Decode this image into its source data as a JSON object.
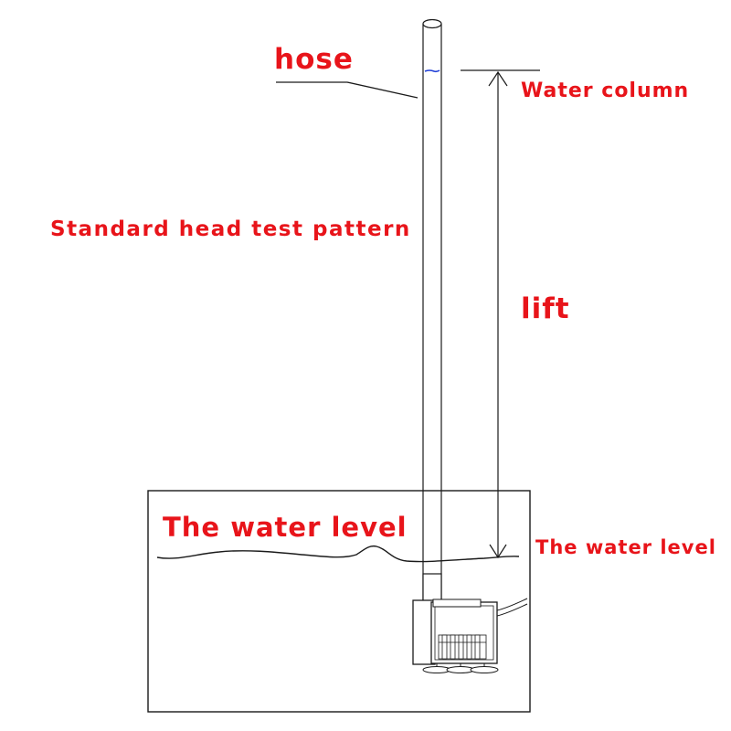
{
  "labels": {
    "hose": "hose",
    "water_column": "Water column",
    "standard_head_test_pattern": "Standard head test pattern",
    "lift": "lift",
    "water_level_tank": "The water level",
    "water_level_side": "The water level"
  },
  "colors": {
    "label": "#e8141a",
    "line": "#1a1a1a",
    "water_mark": "#1f3fd6",
    "background": "#ffffff"
  }
}
